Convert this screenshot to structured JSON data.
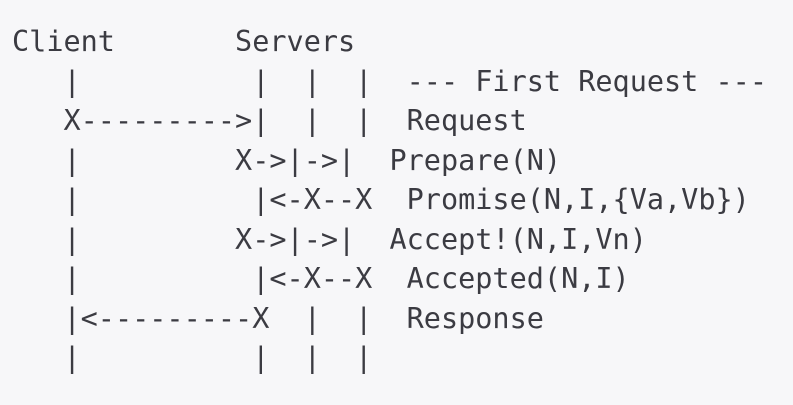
{
  "diagram": {
    "type": "ascii-sequence-diagram",
    "title_note": "Paxos first-request message exchange between a client and three servers",
    "background_color": "#f7f7f9",
    "text_color": "#3b3b42",
    "columns": {
      "client_label": "Client",
      "servers_label": "Servers",
      "client_lifeline_char": "|",
      "server_lifeline_char": "|",
      "server_count": 3
    },
    "lines": [
      "Client       Servers",
      "   |          |  |  |  --- First Request ---",
      "   X--------->|  |  |  Request",
      "   |         X->|->|  Prepare(N)",
      "   |          |<-X--X  Promise(N,I,{Va,Vb})",
      "   |         X->|->|  Accept!(N,I,Vn)",
      "   |          |<-X--X  Accepted(N,I)",
      "   |<---------X  |  |  Response",
      "   |          |  |  |"
    ],
    "rows": [
      {
        "id": "header",
        "art": "Client       Servers",
        "label": ""
      },
      {
        "id": "first-request-banner",
        "art": "   |          |  |  |  ",
        "label": "--- First Request ---"
      },
      {
        "id": "request",
        "art": "   X--------->|  |  |  ",
        "label": "Request"
      },
      {
        "id": "prepare",
        "art": "   |         X->|->|  ",
        "label": "Prepare(N)"
      },
      {
        "id": "promise",
        "art": "   |          |<-X--X  ",
        "label": "Promise(N,I,{Va,Vb})"
      },
      {
        "id": "accept",
        "art": "   |         X->|->|  ",
        "label": "Accept!(N,I,Vn)"
      },
      {
        "id": "accepted",
        "art": "   |          |<-X--X  ",
        "label": "Accepted(N,I)"
      },
      {
        "id": "response",
        "art": "   |<---------X  |  |  ",
        "label": "Response"
      },
      {
        "id": "trailing-lifelines",
        "art": "   |          |  |  |",
        "label": ""
      }
    ],
    "messages": [
      {
        "name": "Request",
        "from": "Client",
        "to": "Server1",
        "direction": "right",
        "arrow": "X--------->|"
      },
      {
        "name": "Prepare(N)",
        "from": "Server1",
        "to": "Server2,Server3",
        "direction": "right",
        "arrow": "X->|->|"
      },
      {
        "name": "Promise(N,I,{Va,Vb})",
        "from": "Server2,Server3",
        "to": "Server1",
        "direction": "left",
        "arrow": "|<-X--X"
      },
      {
        "name": "Accept!(N,I,Vn)",
        "from": "Server1",
        "to": "Server2,Server3",
        "direction": "right",
        "arrow": "X->|->|"
      },
      {
        "name": "Accepted(N,I)",
        "from": "Server2,Server3",
        "to": "Server1",
        "direction": "left",
        "arrow": "|<-X--X"
      },
      {
        "name": "Response",
        "from": "Server1",
        "to": "Client",
        "direction": "left",
        "arrow": "|<---------X"
      }
    ],
    "banner": "--- First Request ---"
  }
}
